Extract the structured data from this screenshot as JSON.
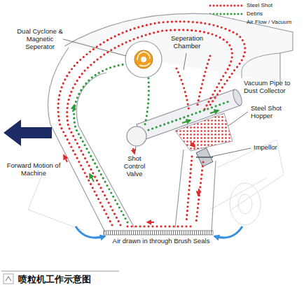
{
  "diagram": {
    "caption": "喷粒机工作示意图",
    "labels": [
      "Dual Cyclone & Magnetic Seperator",
      "Seperation Chamber",
      "Vacuum Pipe to Dust Collector",
      "Steel Shot Hopper",
      "Impellor",
      "Shot Control Valve",
      "Forward Motion of Machine",
      "Air drawn in through Brush Seals"
    ],
    "legend": [
      {
        "text": "Steel Shot"
      },
      {
        "text": "Debris"
      },
      {
        "text": "Air Flow / Vacuum"
      }
    ]
  }
}
